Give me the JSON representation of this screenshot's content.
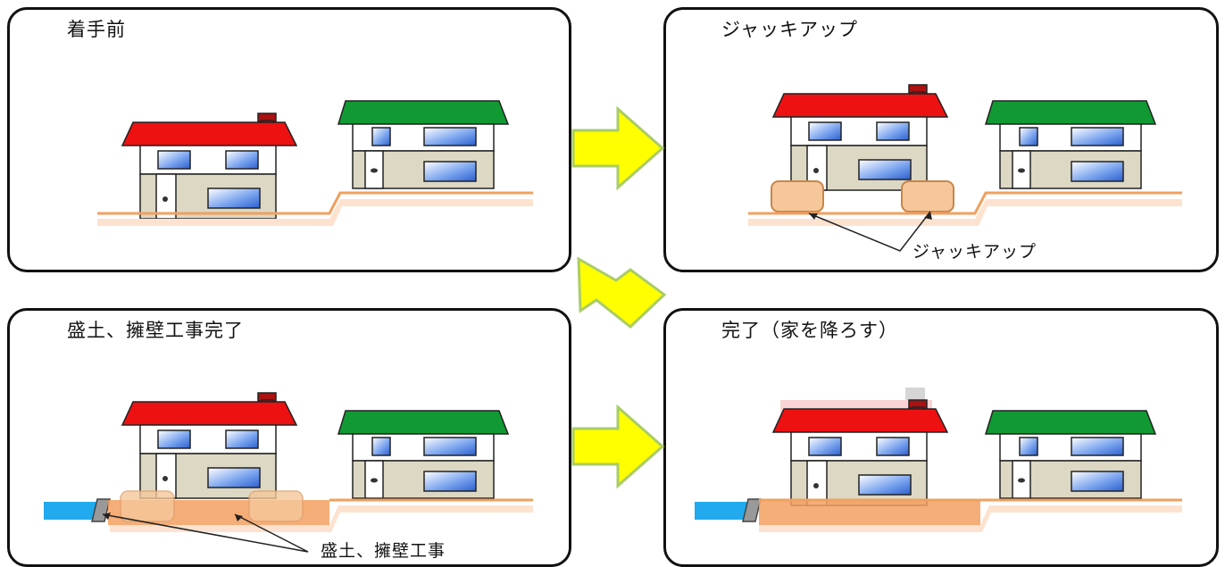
{
  "panels": {
    "before": {
      "title": "着手前"
    },
    "jackup": {
      "title": "ジャッキアップ",
      "callout": "ジャッキアップ"
    },
    "fill": {
      "title": "盛土、擁壁工事完了",
      "callout": "盛土、擁壁工事"
    },
    "done": {
      "title": "完了（家を降ろす）"
    }
  },
  "colors": {
    "roof_house_a": "#ee1111",
    "roof_house_b": "#119933",
    "chimney": "#aa1111",
    "wall_upper": "#ffffff",
    "wall_lower": "#ddd8c4",
    "window": "#3a6fd8",
    "ground_line": "#f0a060",
    "jack": "#f5c79a",
    "fill_soil": "#f4a060",
    "water": "#22aaee",
    "retaining_wall": "#999999",
    "arrow": "#ffff00",
    "arrow_outline": "#aacc66"
  },
  "icons": {
    "flow_arrow": "flow-arrow-icon",
    "house": "house-icon"
  }
}
